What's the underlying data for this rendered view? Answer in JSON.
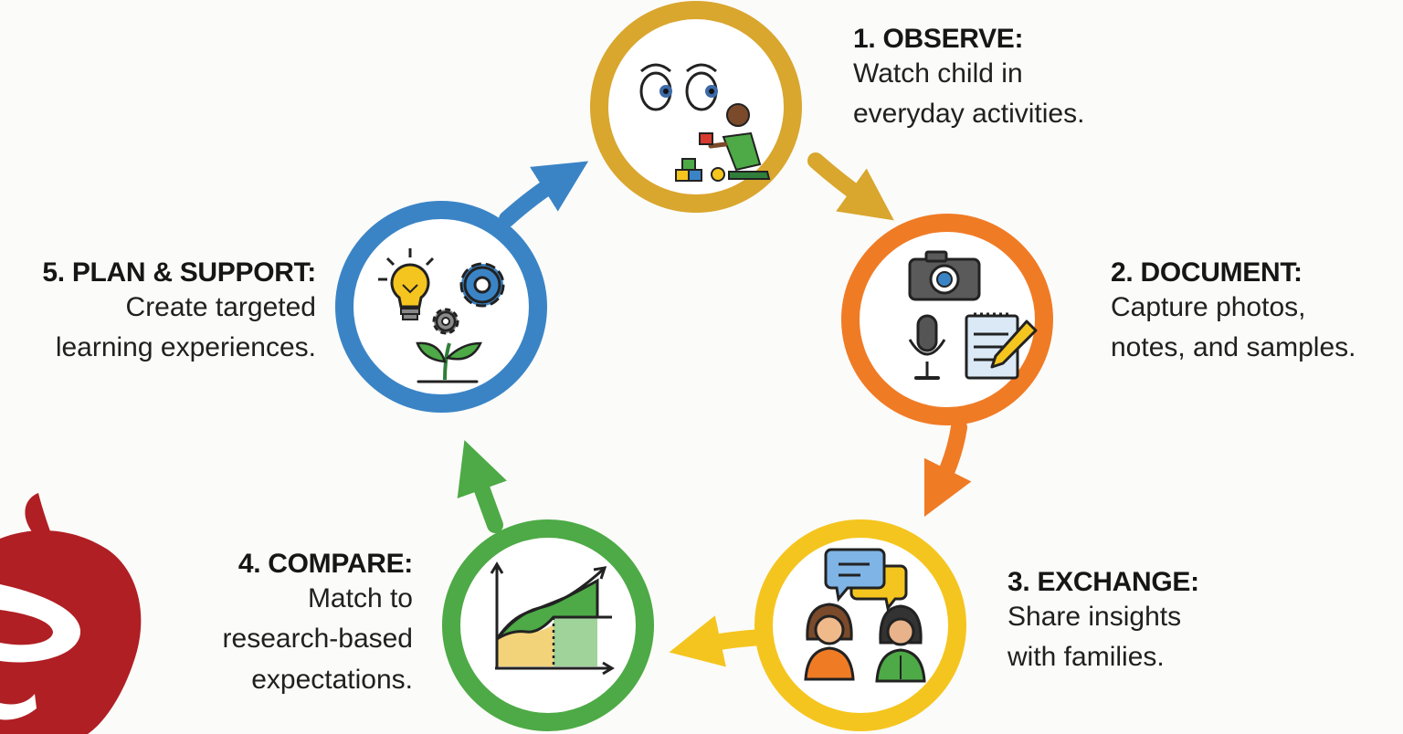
{
  "steps": [
    {
      "id": "observe",
      "title": "1. OBSERVE:",
      "lines": [
        "Watch child in",
        "everyday activities."
      ],
      "color": "#d9a62e",
      "icon": "observing-eyes-child-playing-icon"
    },
    {
      "id": "document",
      "title": "2. DOCUMENT:",
      "lines": [
        "Capture photos,",
        "notes, and samples."
      ],
      "color": "#f07b25",
      "icon": "camera-microphone-notepad-icon"
    },
    {
      "id": "exchange",
      "title": "3. EXCHANGE:",
      "lines": [
        "Share insights",
        "with families."
      ],
      "color": "#f5c51f",
      "icon": "speech-bubbles-people-icon"
    },
    {
      "id": "compare",
      "title": "4. COMPARE:",
      "lines": [
        "Match to",
        "research-based",
        "expectations."
      ],
      "color": "#4daa46",
      "icon": "growth-chart-icon"
    },
    {
      "id": "plan",
      "title": "5. PLAN & SUPPORT:",
      "lines": [
        "Create targeted",
        "learning experiences."
      ],
      "color": "#3a84c6",
      "icon": "lightbulb-gears-sprout-icon"
    }
  ],
  "logo": {
    "name": "red-apple-logo",
    "color": "#b01f24"
  }
}
